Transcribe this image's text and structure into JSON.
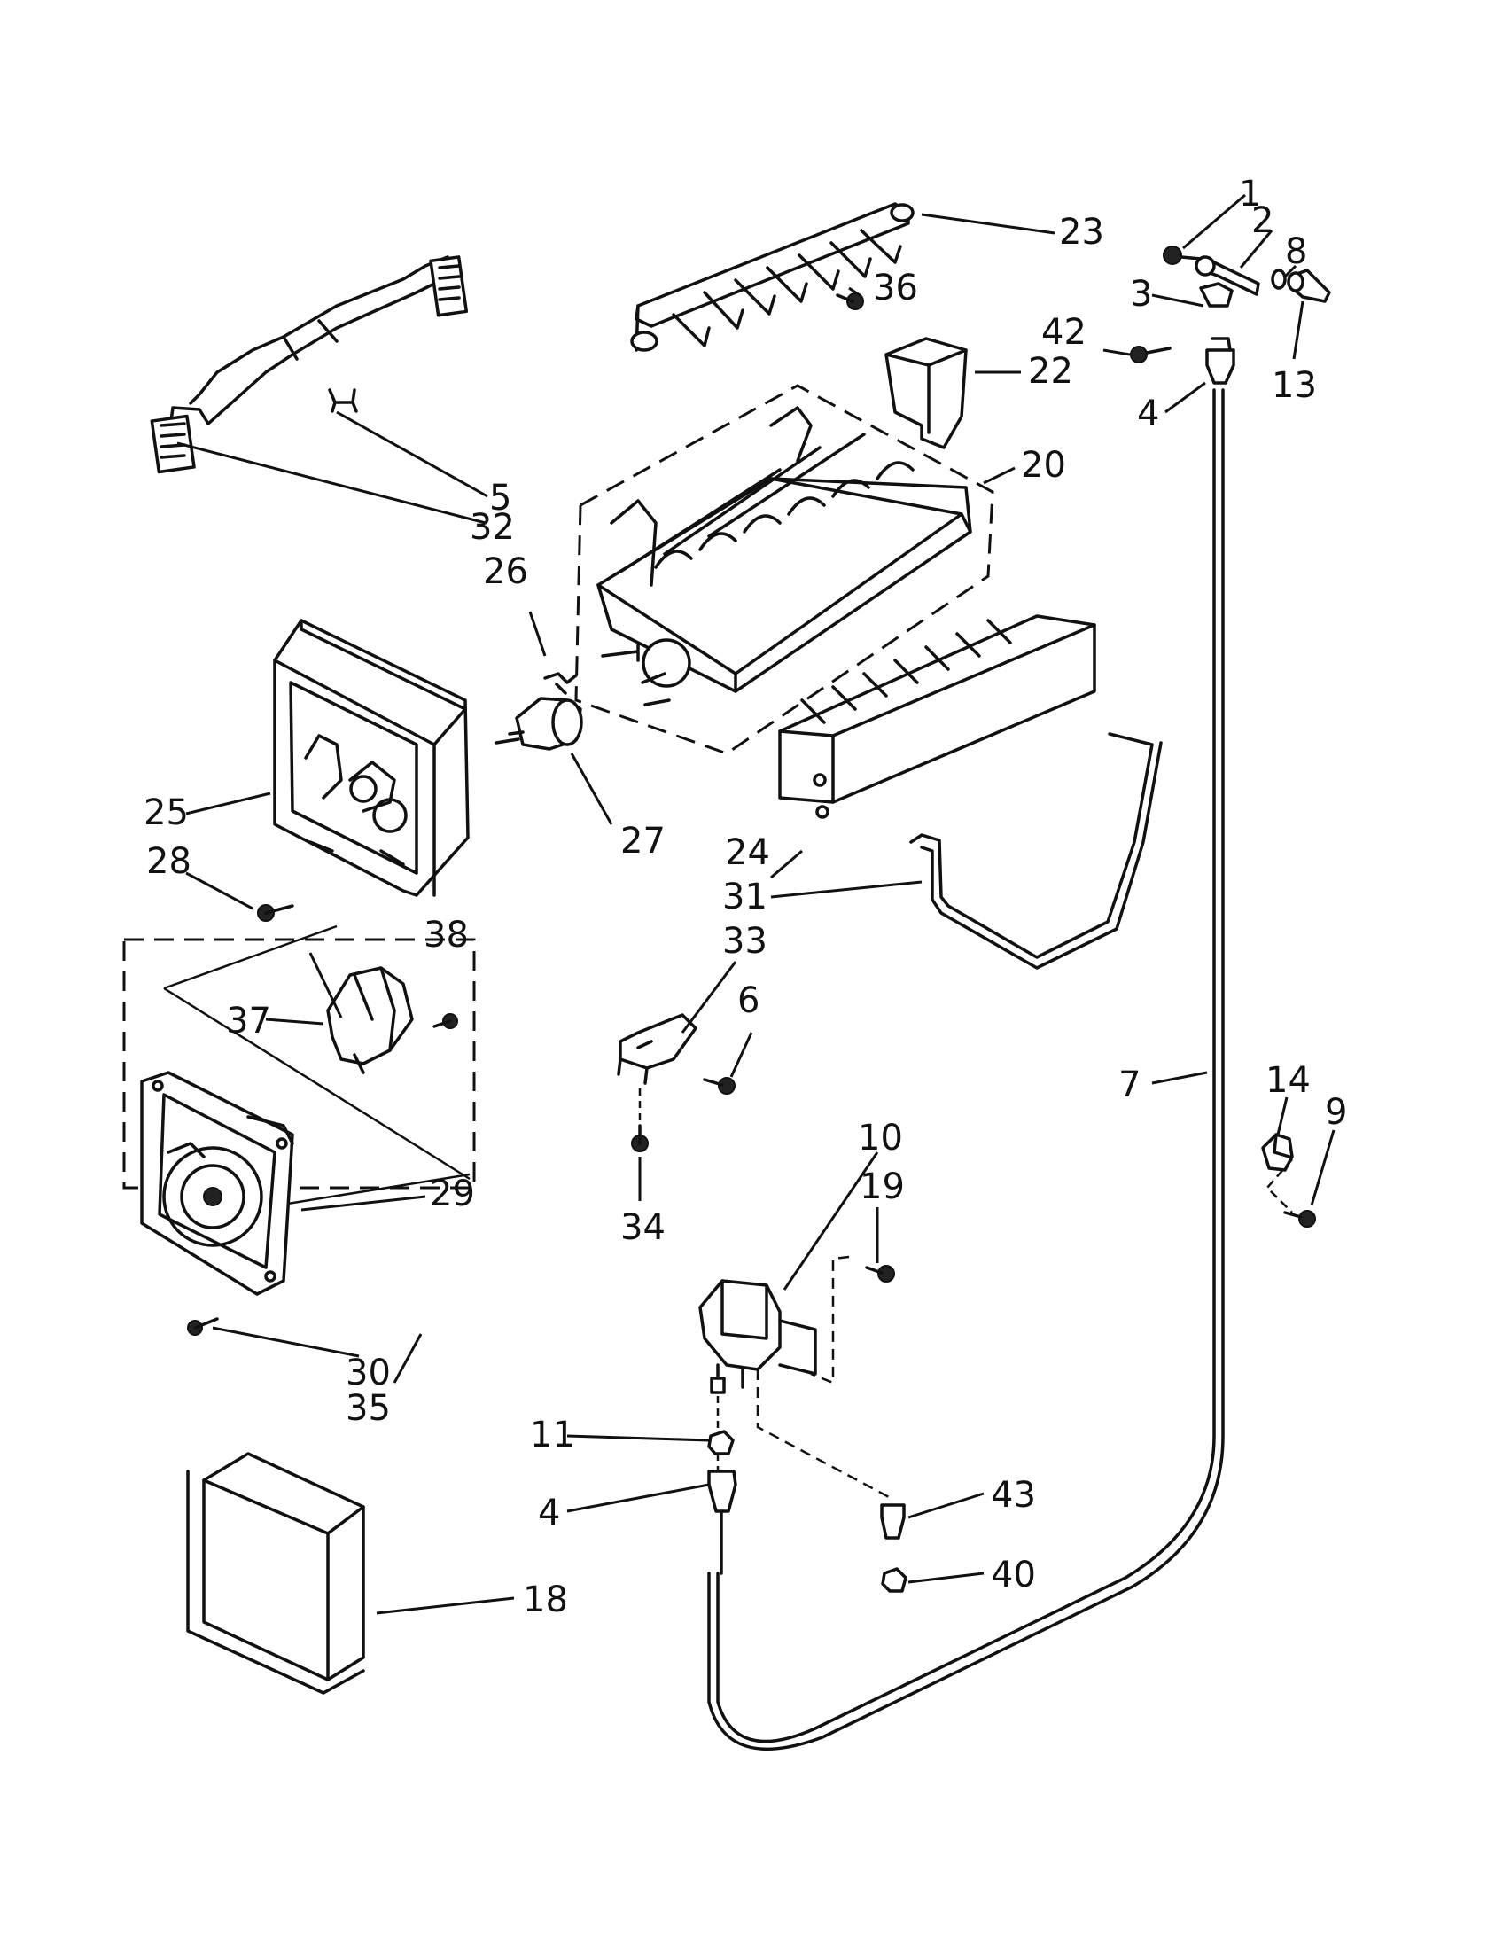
{
  "diagram": {
    "callouts": [
      {
        "id": "c1",
        "text": "1"
      },
      {
        "id": "c2",
        "text": "2"
      },
      {
        "id": "c3",
        "text": "3"
      },
      {
        "id": "c4a",
        "text": "4"
      },
      {
        "id": "c4b",
        "text": "4"
      },
      {
        "id": "c5",
        "text": "5"
      },
      {
        "id": "c6",
        "text": "6"
      },
      {
        "id": "c7",
        "text": "7"
      },
      {
        "id": "c8",
        "text": "8"
      },
      {
        "id": "c9",
        "text": "9"
      },
      {
        "id": "c10",
        "text": "10"
      },
      {
        "id": "c11",
        "text": "11"
      },
      {
        "id": "c13",
        "text": "13"
      },
      {
        "id": "c14",
        "text": "14"
      },
      {
        "id": "c18",
        "text": "18"
      },
      {
        "id": "c19",
        "text": "19"
      },
      {
        "id": "c20",
        "text": "20"
      },
      {
        "id": "c22",
        "text": "22"
      },
      {
        "id": "c23",
        "text": "23"
      },
      {
        "id": "c24",
        "text": "24"
      },
      {
        "id": "c25",
        "text": "25"
      },
      {
        "id": "c26",
        "text": "26"
      },
      {
        "id": "c27",
        "text": "27"
      },
      {
        "id": "c28",
        "text": "28"
      },
      {
        "id": "c29",
        "text": "29"
      },
      {
        "id": "c30",
        "text": "30"
      },
      {
        "id": "c31",
        "text": "31"
      },
      {
        "id": "c32",
        "text": "32"
      },
      {
        "id": "c33",
        "text": "33"
      },
      {
        "id": "c34",
        "text": "34"
      },
      {
        "id": "c35",
        "text": "35"
      },
      {
        "id": "c36",
        "text": "36"
      },
      {
        "id": "c37",
        "text": "37"
      },
      {
        "id": "c38",
        "text": "38"
      },
      {
        "id": "c40",
        "text": "40"
      },
      {
        "id": "c42",
        "text": "42"
      },
      {
        "id": "c43",
        "text": "43"
      }
    ]
  }
}
